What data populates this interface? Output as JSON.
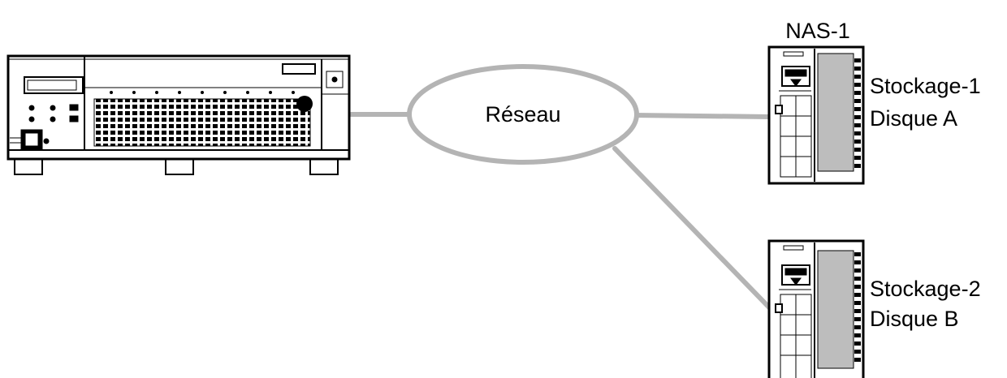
{
  "diagram": {
    "network_label": "Réseau",
    "nas1_title": "NAS-1",
    "storage1": {
      "line1": "Stockage-1",
      "line2": "Disque A"
    },
    "storage2": {
      "line1": "Stockage-2",
      "line2": "Disque B"
    }
  },
  "colors": {
    "link": "#b4b4b4",
    "outline": "#000000",
    "background": "#ffffff"
  },
  "icons": [
    "recorder-device-icon",
    "network-cloud",
    "nas-tower-icon"
  ]
}
